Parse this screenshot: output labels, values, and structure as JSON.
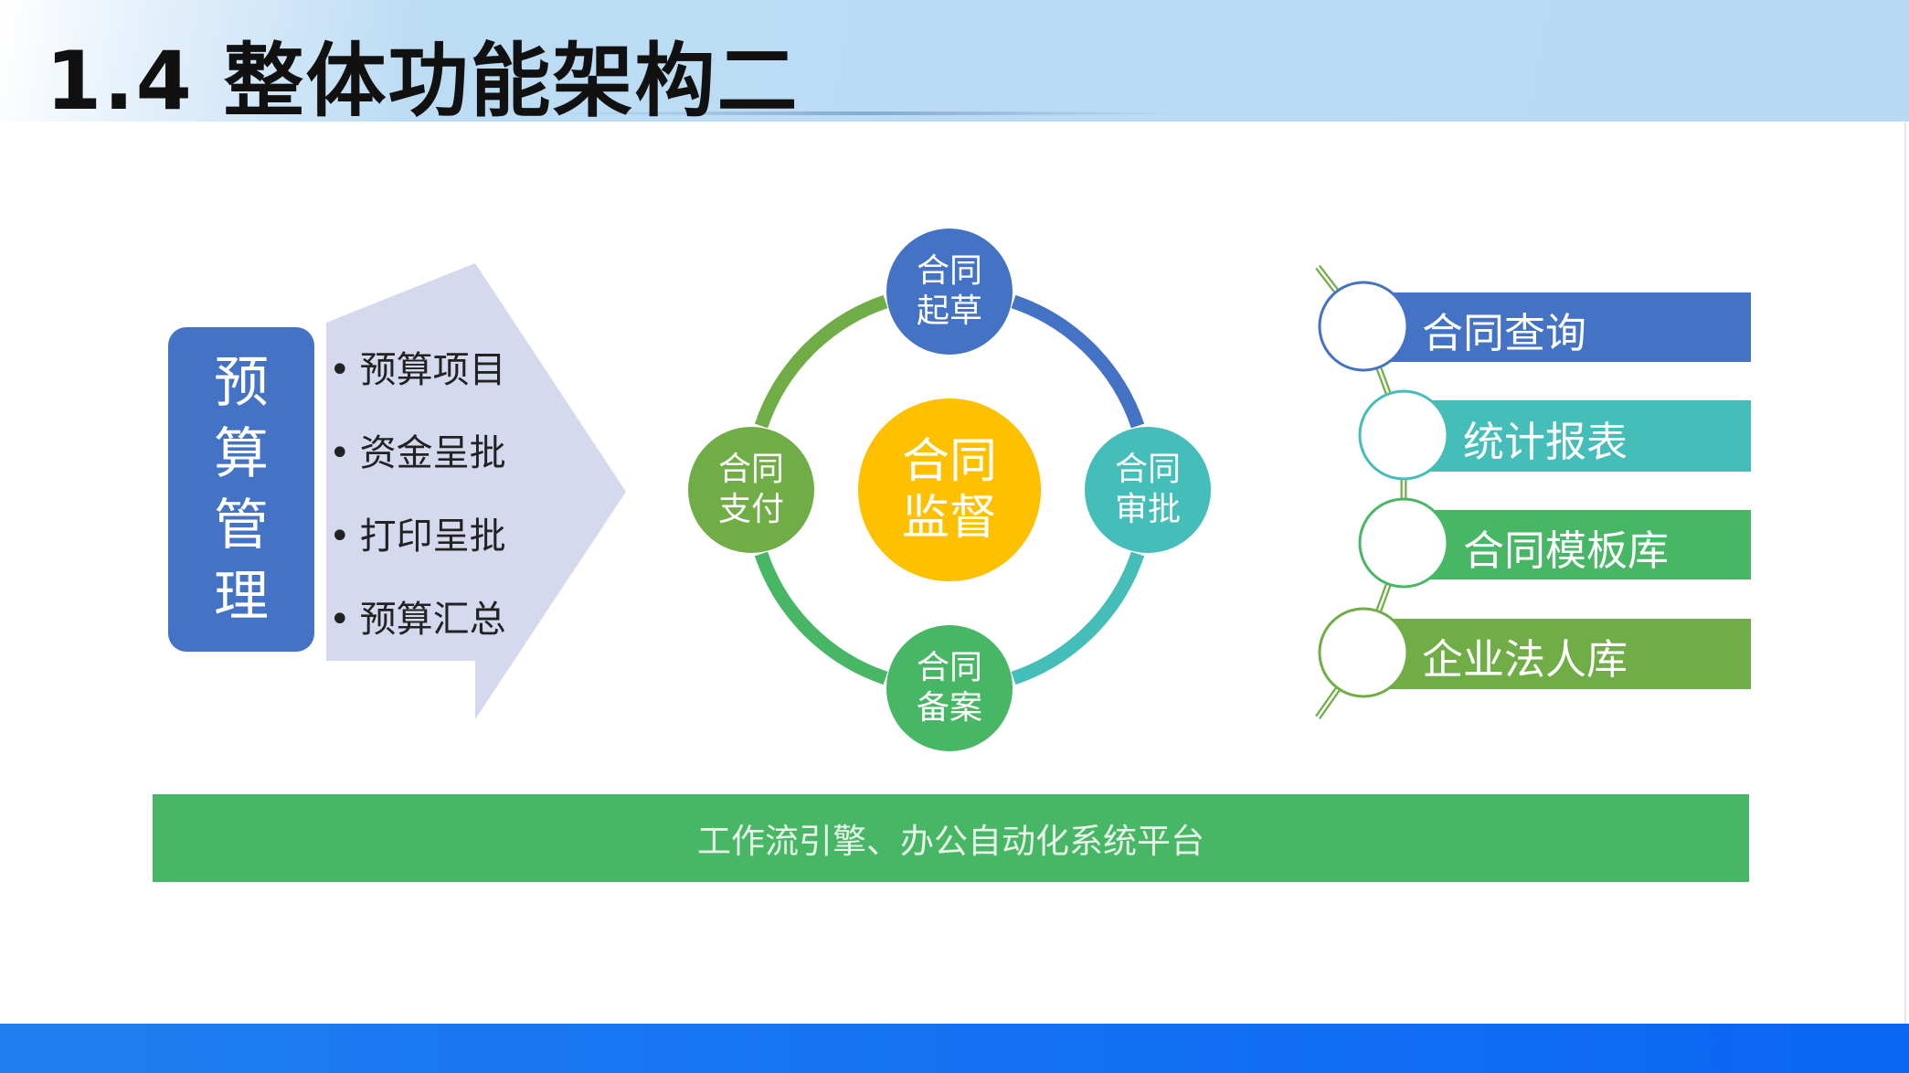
{
  "title": "1.4 整体功能架构二",
  "budget": {
    "title_chars": [
      "预",
      "算",
      "管",
      "理"
    ],
    "items": [
      "预算项目",
      "资金呈批",
      "打印呈批",
      "预算汇总"
    ]
  },
  "cycle": {
    "center": [
      "合同",
      "监督"
    ],
    "nodes": {
      "top": [
        "合同",
        "起草"
      ],
      "right": [
        "合同",
        "审批"
      ],
      "bottom": [
        "合同",
        "备案"
      ],
      "left": [
        "合同",
        "支付"
      ]
    }
  },
  "features": [
    "合同查询",
    "统计报表",
    "合同模板库",
    "企业法人库"
  ],
  "platform": "工作流引擎、办公自动化系统平台",
  "colors": {
    "blue": "#4472c4",
    "teal": "#45bdb8",
    "green": "#48b765",
    "olive": "#70ad47",
    "gold": "#ffc000"
  }
}
